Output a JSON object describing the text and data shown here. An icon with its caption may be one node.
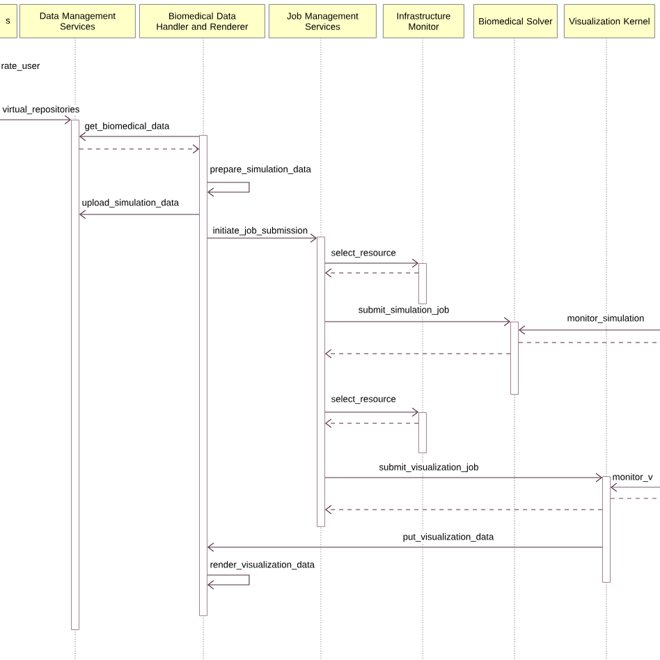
{
  "diagram": {
    "nodes": [
      {
        "text": [
          "s"
        ]
      },
      {
        "text": [
          "Data Management Services"
        ]
      },
      {
        "text": [
          "Biomedical Data Handler and Renderer"
        ]
      },
      {
        "text": [
          "Job Management Services"
        ]
      },
      {
        "text": [
          "Infrastructure Monitor"
        ]
      },
      {
        "text": [
          "Biomedical Solver"
        ]
      },
      {
        "text": [
          "Visualization Kernel"
        ]
      },
      {
        "text": [],
        "shape": "bar"
      },
      {
        "text": [],
        "shape": "bar"
      },
      {
        "text": [],
        "shape": "bar"
      },
      {
        "text": [],
        "shape": "bar"
      },
      {
        "text": [],
        "shape": "bar"
      },
      {
        "text": [],
        "shape": "bar"
      },
      {
        "text": [],
        "shape": "bar"
      }
    ],
    "edges": [
      {
        "from": null,
        "to": 7,
        "arrow": "to",
        "label": "virtual_repositories"
      },
      {
        "from": 8,
        "to": 7,
        "arrow": "to",
        "label": "get_biomedical_data"
      },
      {
        "from": 7,
        "to": 8,
        "arrow": "to",
        "style": "dashed"
      },
      {
        "from": 8,
        "to": 8,
        "arrow": "to",
        "label": "prepare_simulation_data"
      },
      {
        "from": 8,
        "to": 7,
        "arrow": "to",
        "label": "upload_simulation_data"
      },
      {
        "from": 8,
        "to": 9,
        "arrow": "to",
        "label": "initiate_job_submission"
      },
      {
        "from": 9,
        "to": 10,
        "arrow": "to",
        "label": "select_resource"
      },
      {
        "from": 10,
        "to": 9,
        "arrow": "to",
        "style": "dashed"
      },
      {
        "from": 9,
        "to": 11,
        "arrow": "to",
        "label": "submit_simulation_job"
      },
      {
        "from": null,
        "to": 11,
        "arrow": "to",
        "label": "monitor_simulation"
      },
      {
        "from": 11,
        "to": null,
        "arrow": "none",
        "style": "dashed"
      },
      {
        "from": 11,
        "to": 9,
        "arrow": "to",
        "style": "dashed"
      },
      {
        "from": 9,
        "to": 12,
        "arrow": "to",
        "label": "select_resource"
      },
      {
        "from": 12,
        "to": 9,
        "arrow": "to",
        "style": "dashed"
      },
      {
        "from": 9,
        "to": 13,
        "arrow": "to",
        "label": "submit_visualization_job"
      },
      {
        "from": null,
        "to": 13,
        "arrow": "to",
        "label": "monitor_v"
      },
      {
        "from": 13,
        "to": null,
        "arrow": "none",
        "style": "dashed"
      },
      {
        "from": 13,
        "to": 9,
        "arrow": "to",
        "style": "dashed"
      },
      {
        "from": 13,
        "to": 8,
        "arrow": "to",
        "label": "put_visualization_data"
      },
      {
        "from": 8,
        "to": 8,
        "arrow": "to",
        "label": "render_visualization_data"
      }
    ],
    "labels": [
      "rate_user"
    ]
  }
}
